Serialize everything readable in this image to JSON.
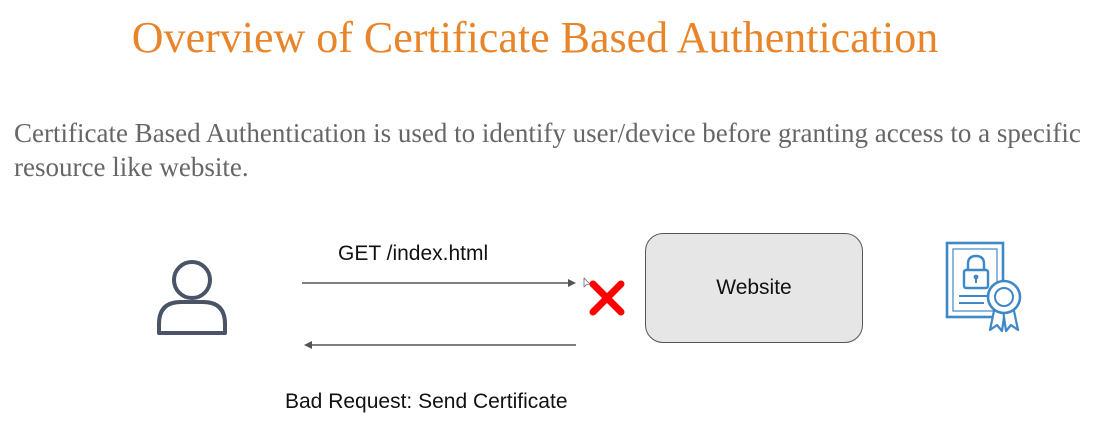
{
  "slide": {
    "title": "Overview of Certificate Based Authentication",
    "body_line1": "Certificate Based Authentication is used to identify user/device before granting access to a specific",
    "body_line2": "resource like website."
  },
  "diagram": {
    "request_label": "GET /index.html",
    "response_label": "Bad Request: Send Certificate",
    "server_label": "Website",
    "icons": {
      "client": "user-icon",
      "blocked": "red-x-icon",
      "credential": "certificate-icon"
    }
  },
  "colors": {
    "title": "#e8852b",
    "body_text": "#666666",
    "user_icon": "#4a5466",
    "reject_mark": "#ff0000",
    "server_fill": "#e6e6e6",
    "certificate_icon": "#3f87c7"
  }
}
